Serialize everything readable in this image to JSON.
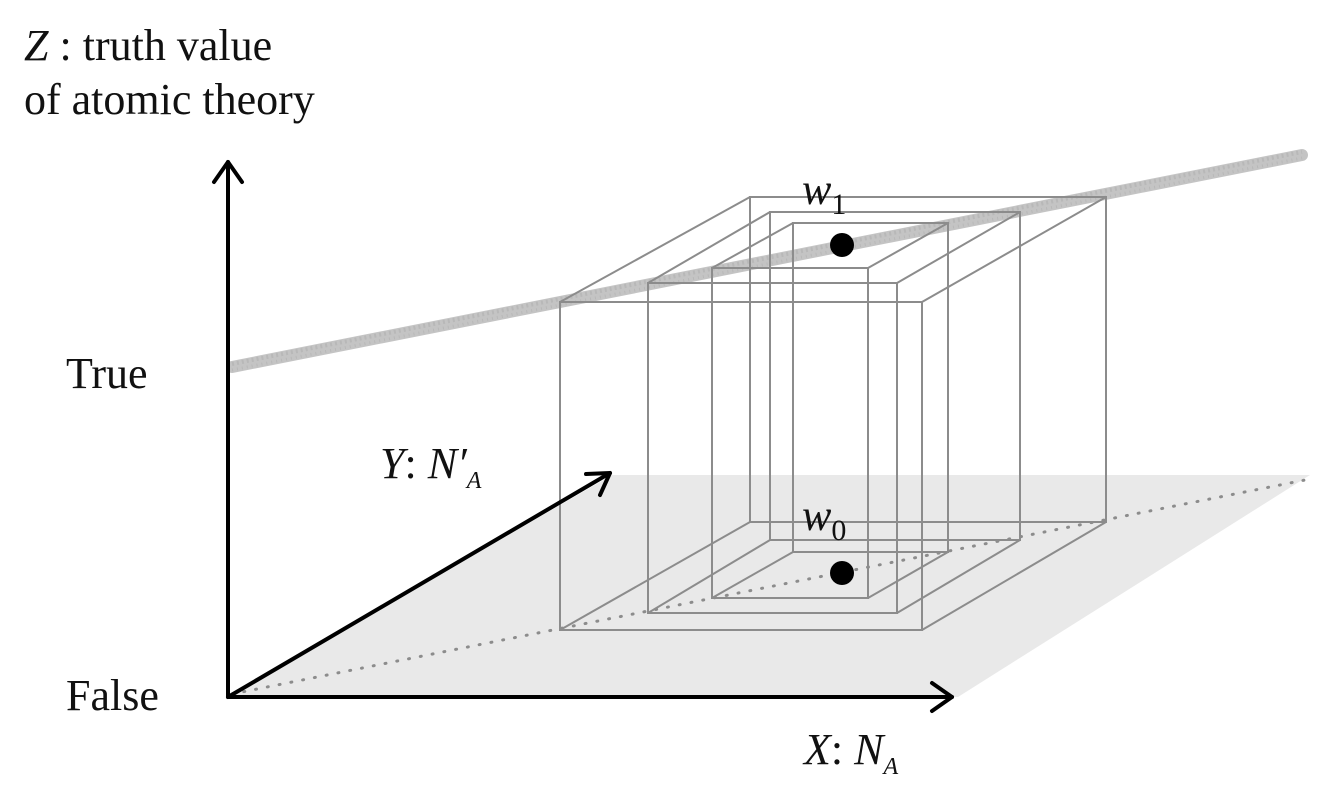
{
  "z_axis": {
    "var": "Z",
    "sep": " : ",
    "line1": "truth value",
    "line2": "of atomic theory"
  },
  "y_axis": {
    "var": "Y",
    "sep": ": ",
    "name": "N",
    "prime": "′",
    "sub": "A"
  },
  "x_axis": {
    "var": "X",
    "sep": ": ",
    "name": "N",
    "sub": "A"
  },
  "levels": {
    "true": "True",
    "false": "False"
  },
  "worlds": [
    {
      "var": "w",
      "sub": "1"
    },
    {
      "var": "w",
      "sub": "0"
    }
  ],
  "colors": {
    "axis": "#000000",
    "plane": "#e8e8e8",
    "band": "#bdbdbd",
    "box": "#8a8a8a",
    "dots": "#888888"
  }
}
